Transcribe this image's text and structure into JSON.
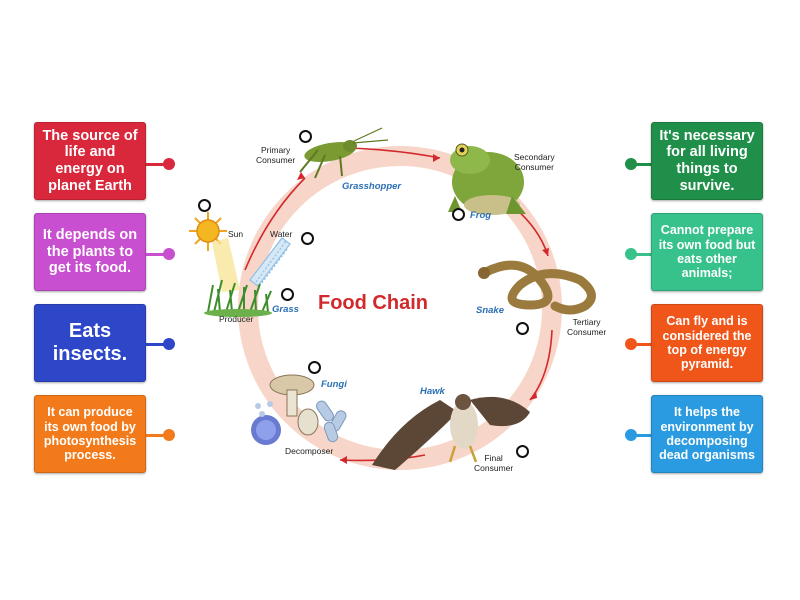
{
  "diagram": {
    "title": "Food Chain",
    "labels": {
      "primary_consumer": "Primary\nConsumer",
      "secondary_consumer": "Secondary\nConsumer",
      "tertiary_consumer": "Tertiary\nConsumer",
      "final_consumer": "Final\nConsumer",
      "decomposer": "Decomposer",
      "producer": "Producer",
      "sun": "Sun",
      "water": "Water"
    },
    "organisms": {
      "grasshopper": "Grasshopper",
      "frog": "Frog",
      "snake": "Snake",
      "hawk": "Hawk",
      "fungi": "Fungi",
      "grass": "Grass"
    }
  },
  "left_cards": [
    {
      "text": "The source of life and energy on planet Earth",
      "color": "#d9283c"
    },
    {
      "text": "It depends on the plants to get its food.",
      "color": "#c84fd0"
    },
    {
      "text": "Eats insects.",
      "color": "#2e46c8"
    },
    {
      "text": "It can produce its own food by photosynthesis process.",
      "color": "#f27a1a"
    }
  ],
  "right_cards": [
    {
      "text": "It's necessary for all living things to survive.",
      "color": "#1f8f4a"
    },
    {
      "text": "Cannot prepare its own food but eats other animals;",
      "color": "#36c28a"
    },
    {
      "text": "Can fly and is considered the top of energy pyramid.",
      "color": "#f0561a"
    },
    {
      "text": "It helps the environment by decomposing dead organisms",
      "color": "#2a9be0"
    }
  ]
}
